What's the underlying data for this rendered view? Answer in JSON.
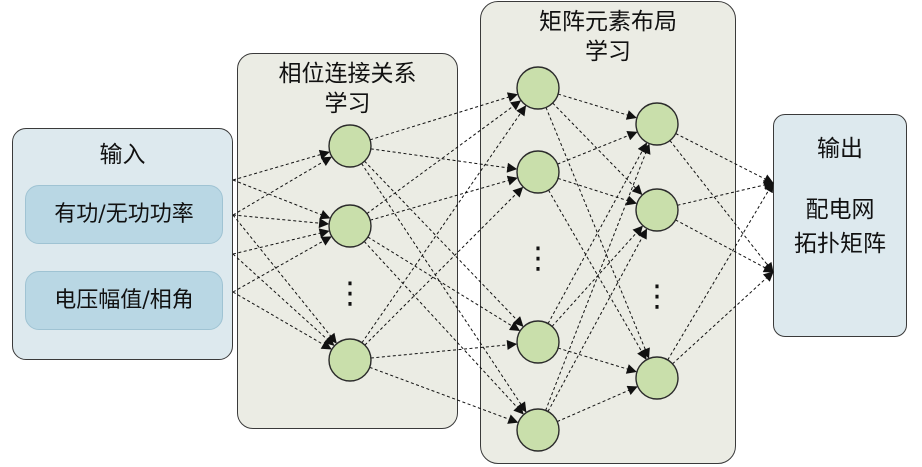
{
  "input": {
    "title": "输入",
    "item1": "有功/无功功率",
    "item2": "电压幅值/相角"
  },
  "phase_layer": {
    "title_line1": "相位连接关系",
    "title_line2": "学习"
  },
  "matrix_layer": {
    "title_line1": "矩阵元素布局",
    "title_line2": "学习"
  },
  "output": {
    "title": "输出",
    "line1": "配电网",
    "line2": "拓扑矩阵"
  },
  "ellipsis": "⋮",
  "colors": {
    "node_fill": "#c9dfab",
    "panel_fill": "#ebece4",
    "io_fill": "#dde9ee",
    "sub_fill": "#b9d7e4"
  }
}
